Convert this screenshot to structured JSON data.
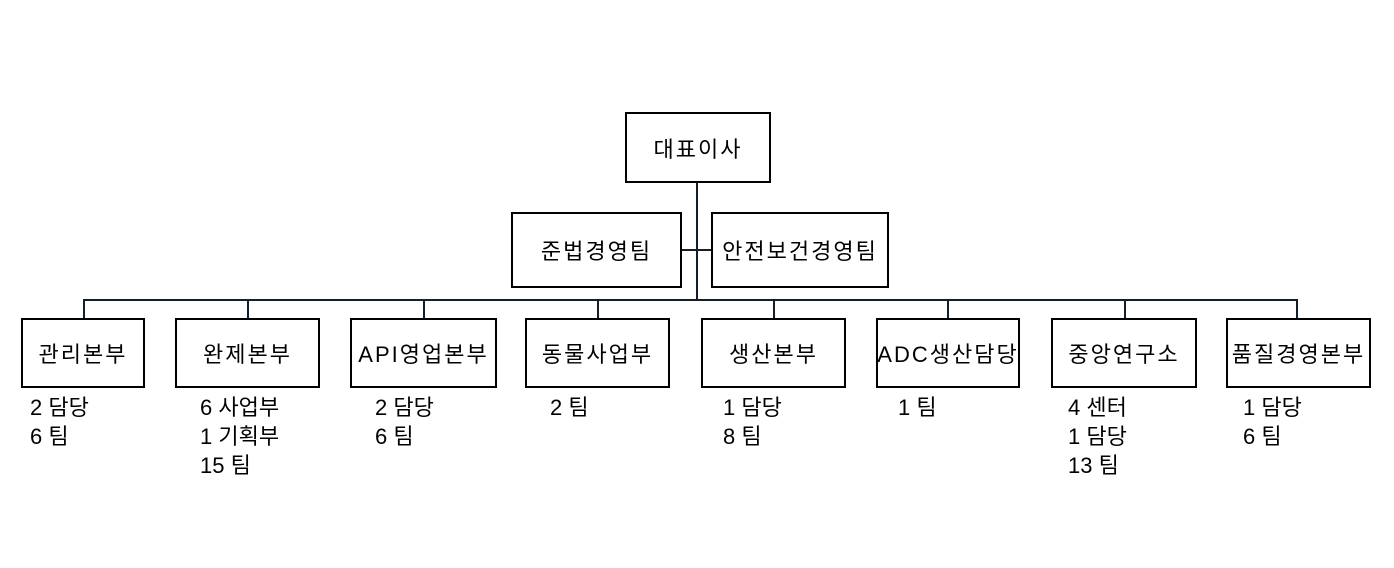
{
  "org": {
    "title": "organization-chart",
    "root": {
      "label": "대표이사"
    },
    "staff": [
      {
        "label": "준법경영팀"
      },
      {
        "label": "안전보건경영팀"
      }
    ],
    "departments": [
      {
        "label": "관리본부",
        "details": [
          "2 담당",
          "6 팀"
        ]
      },
      {
        "label": "완제본부",
        "details": [
          "6 사업부",
          "1 기획부",
          "15 팀"
        ]
      },
      {
        "label": "API영업본부",
        "details": [
          "2 담당",
          "6 팀"
        ]
      },
      {
        "label": "동물사업부",
        "details": [
          "2 팀"
        ]
      },
      {
        "label": "생산본부",
        "details": [
          "1 담당",
          "8 팀"
        ]
      },
      {
        "label": "ADC생산담당",
        "details": [
          "1 팀"
        ]
      },
      {
        "label": "중앙연구소",
        "details": [
          "4 센터",
          "1 담당",
          "13 팀"
        ]
      },
      {
        "label": "품질경영본부",
        "details": [
          "1 담당",
          "6 팀"
        ]
      }
    ],
    "colors": {
      "background": "#ffffff",
      "box_fill": "#ffffff",
      "box_border": "#000000",
      "connector": "#141f2c",
      "text": "#000000"
    }
  }
}
